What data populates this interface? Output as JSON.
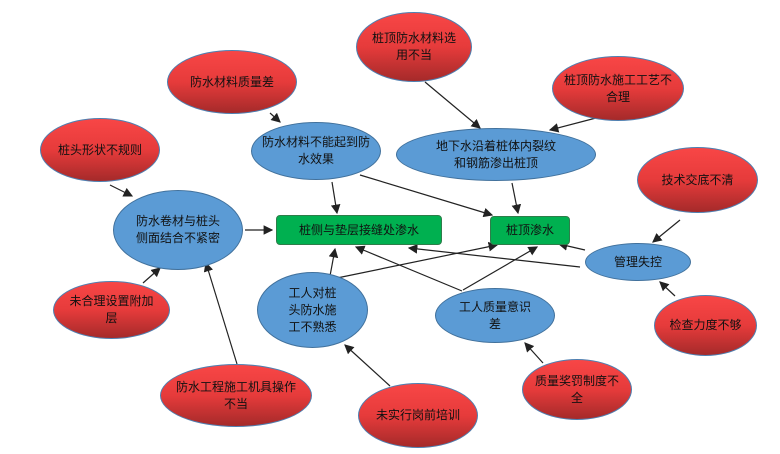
{
  "effects": {
    "side_seepage": "桩侧与垫层接缝处渗水",
    "top_seepage": "桩顶渗水"
  },
  "intermediate_causes": {
    "material_ineffective": "防水材料不能起到防水效果",
    "membrane_not_tight": "防水卷材与桩头侧面结合不紧密",
    "groundwater_cracks": "地下水沿着桩体内裂纹和钢筋渗出桩顶",
    "workers_unfamiliar": "工人对桩头防水施工不熟悉",
    "poor_quality_awareness": "工人质量意识差",
    "management_out_of_control": "管理失控"
  },
  "root_causes": {
    "poor_material_quality": "防水材料质量差",
    "irregular_pile_head": "桩头形状不规则",
    "improper_material_selection": "桩顶防水材料选用不当",
    "unreasonable_process": "桩顶防水施工工艺不合理",
    "unclear_briefing": "技术交底不清",
    "no_additional_layer": "未合理设置附加层",
    "improper_machine_operation": "防水工程施工机具操作不当",
    "no_pre_job_training": "未实行岗前培训",
    "incomplete_reward_system": "质量奖罚制度不全",
    "insufficient_inspection": "检查力度不够"
  },
  "colors": {
    "root": "#e63b3b",
    "intermediate": "#5b9bd5",
    "effect": "#00b050"
  }
}
